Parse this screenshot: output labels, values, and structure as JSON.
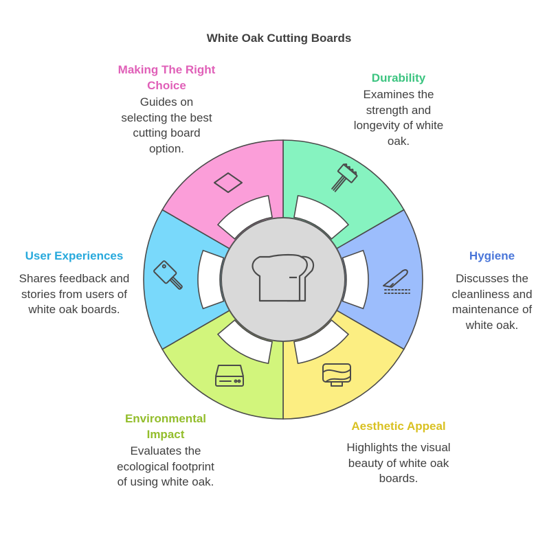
{
  "title": "White Oak Cutting Boards",
  "center_icon": "bread-loaf-icon",
  "segments": [
    {
      "key": "durability",
      "heading": "Durability",
      "description": "Examines the strength and longevity of white oak.",
      "color": "#86f3c0",
      "text_color": "#3cc480",
      "icon": "meat-mallet-icon"
    },
    {
      "key": "hygiene",
      "heading": "Hygiene",
      "description": "Discusses the cleanliness and maintenance of white oak.",
      "color": "#9cbdfc",
      "text_color": "#4a76d9",
      "icon": "knife-cleaning-icon"
    },
    {
      "key": "aesthetic",
      "heading": "Aesthetic Appeal",
      "description": "Highlights the visual beauty of white oak boards.",
      "color": "#fcee82",
      "text_color": "#d9c122",
      "icon": "wood-grain-board-icon"
    },
    {
      "key": "environmental",
      "heading": "Environmental Impact",
      "description": "Evaluates the ecological footprint of using white oak.",
      "color": "#d2f57c",
      "text_color": "#93bd2b",
      "icon": "drive-box-icon"
    },
    {
      "key": "user",
      "heading": "User Experiences",
      "description": "Shares feedback and stories from users of white oak boards.",
      "color": "#79d9fb",
      "text_color": "#27a9dc",
      "icon": "cleaver-icon"
    },
    {
      "key": "choice",
      "heading": "Making The Right Choice",
      "description": "Guides on selecting the best cutting board option.",
      "color": "#fb9ed9",
      "text_color": "#e060b8",
      "icon": "diamond-icon"
    }
  ]
}
